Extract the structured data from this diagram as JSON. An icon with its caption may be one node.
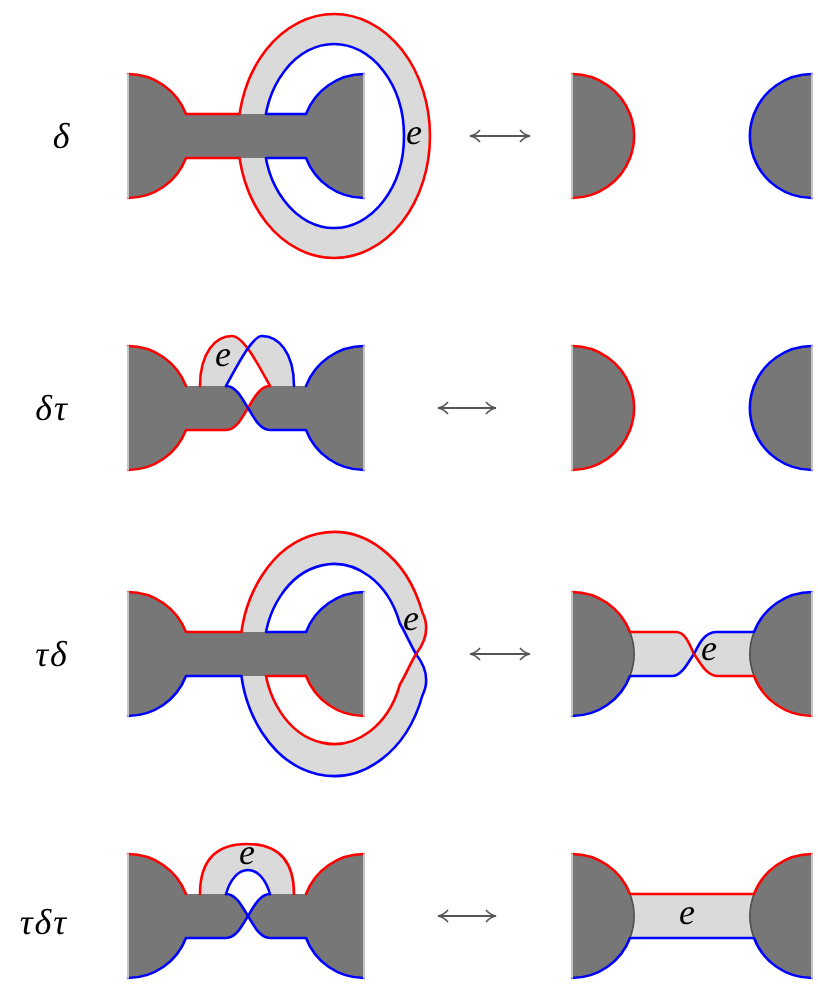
{
  "diagram": {
    "nodes": [
      {
        "text": [
          "e"
        ]
      },
      {
        "text": [],
        "shape": "picture"
      },
      {
        "text": [
          "e"
        ]
      },
      {
        "text": [],
        "shape": "picture"
      },
      {
        "text": [
          "e"
        ]
      },
      {
        "text": [
          "e"
        ]
      },
      {
        "text": [
          "e"
        ]
      },
      {
        "text": [
          "e"
        ]
      }
    ],
    "edges": [
      {
        "from": 0,
        "to": 1,
        "arrow": "both"
      },
      {
        "from": 2,
        "to": 3,
        "arrow": "both"
      },
      {
        "from": 4,
        "to": 5,
        "arrow": "both"
      },
      {
        "from": 6,
        "to": 7,
        "arrow": "both"
      }
    ],
    "labels": [
      "δ",
      "δτ",
      "τδ",
      "τδτ"
    ]
  }
}
